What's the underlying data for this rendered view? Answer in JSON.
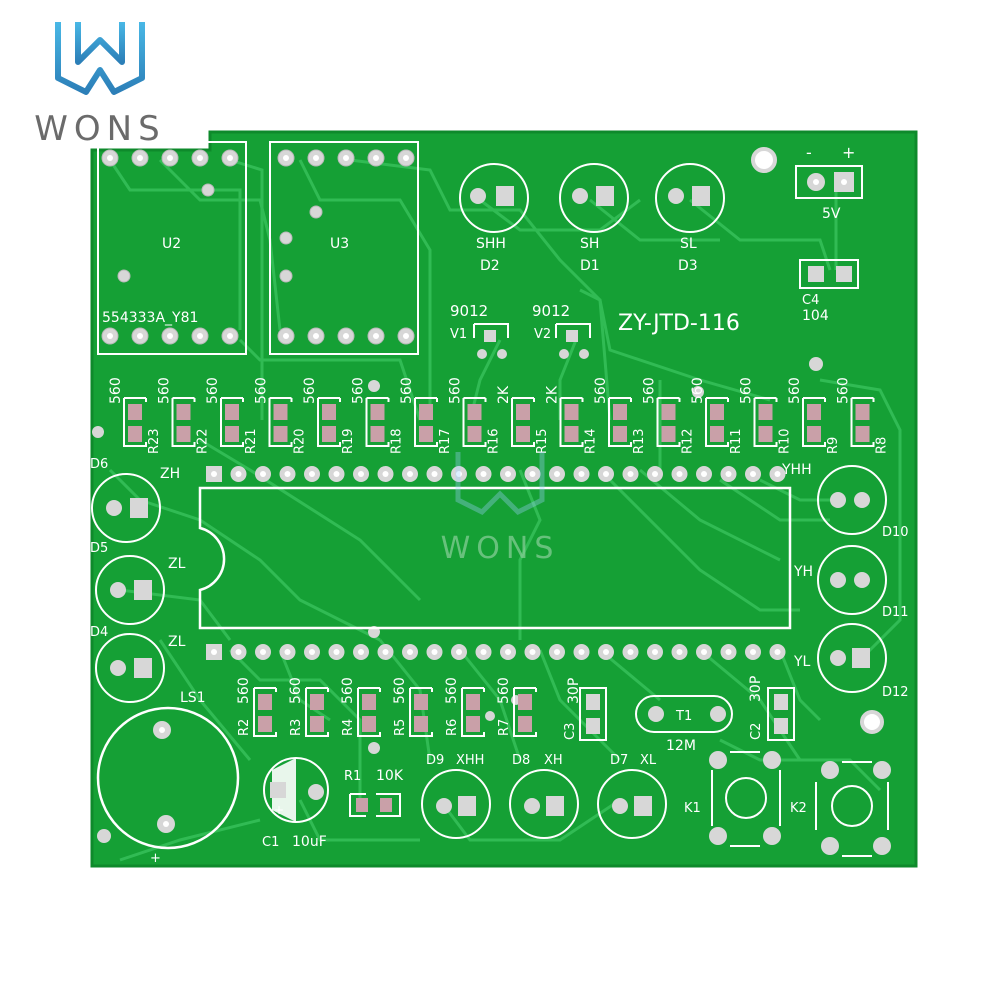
{
  "brand": {
    "name": "WONS",
    "watermark": "WONS",
    "logo_icon": "wons-w-logo-icon"
  },
  "colors": {
    "board": "#15a035",
    "board_edge": "#0e8a2b",
    "trace": "#2fbd4f",
    "silk": "#ffffff",
    "pad": "#d7d7d7",
    "pad_dark": "#b9b9b9",
    "hole": "#ffffff",
    "smd": "#c9a0a8",
    "logo_blue": "#4aa8d8"
  },
  "board": {
    "model": "ZY-JTD-116"
  },
  "chips": {
    "u2": "U2",
    "u2_part": "554333A_Y81",
    "u3": "U3"
  },
  "top_leds": [
    {
      "name": "SHH",
      "ref": "D2"
    },
    {
      "name": "SH",
      "ref": "D1"
    },
    {
      "name": "SL",
      "ref": "D3"
    }
  ],
  "power": {
    "polarity_minus": "-",
    "polarity_plus": "+",
    "voltage": "5V",
    "cap_ref": "C4",
    "cap_value": "104"
  },
  "transistors": [
    {
      "part": "9012",
      "ref": "V1"
    },
    {
      "part": "9012",
      "ref": "V2"
    }
  ],
  "resistor_row": {
    "values": [
      "560",
      "560",
      "560",
      "560",
      "560",
      "560",
      "560",
      "560",
      "2K",
      "2K",
      "560",
      "560",
      "560",
      "560",
      "560",
      "560"
    ],
    "refs": [
      "R23",
      "R22",
      "R21",
      "R20",
      "R19",
      "R18",
      "R17",
      "R16",
      "R15",
      "R14",
      "R13",
      "R12",
      "R11",
      "R10",
      "R9",
      "R8"
    ]
  },
  "left_leds": [
    {
      "ref": "D6",
      "name": "ZH"
    },
    {
      "ref": "D5",
      "name": "ZL"
    },
    {
      "ref": "D4",
      "name": "ZL"
    }
  ],
  "right_leds": [
    {
      "ref": "D10",
      "name": "YHH"
    },
    {
      "ref": "D11",
      "name": "YH"
    },
    {
      "ref": "D12",
      "name": "YL"
    }
  ],
  "lower_resistors": {
    "values": [
      "560",
      "560",
      "560",
      "560",
      "560",
      "560"
    ],
    "refs": [
      "R2",
      "R3",
      "R4",
      "R5",
      "R6",
      "R7"
    ]
  },
  "buzzer": {
    "ref": "LS1",
    "polarity": "+"
  },
  "cap_c1": {
    "ref": "C1",
    "value": "10uF",
    "polarity": "+"
  },
  "r1": {
    "ref": "R1",
    "value": "10K"
  },
  "bottom_leds": [
    {
      "ref": "D9",
      "name": "XHH"
    },
    {
      "ref": "D8",
      "name": "XH"
    },
    {
      "ref": "D7",
      "name": "XL"
    }
  ],
  "crystal": {
    "ref": "T1",
    "value": "12M"
  },
  "caps_30p": [
    {
      "ref": "C3",
      "value": "30P"
    },
    {
      "ref": "C2",
      "value": "30P"
    }
  ],
  "buttons": [
    {
      "ref": "K1"
    },
    {
      "ref": "K2"
    }
  ]
}
